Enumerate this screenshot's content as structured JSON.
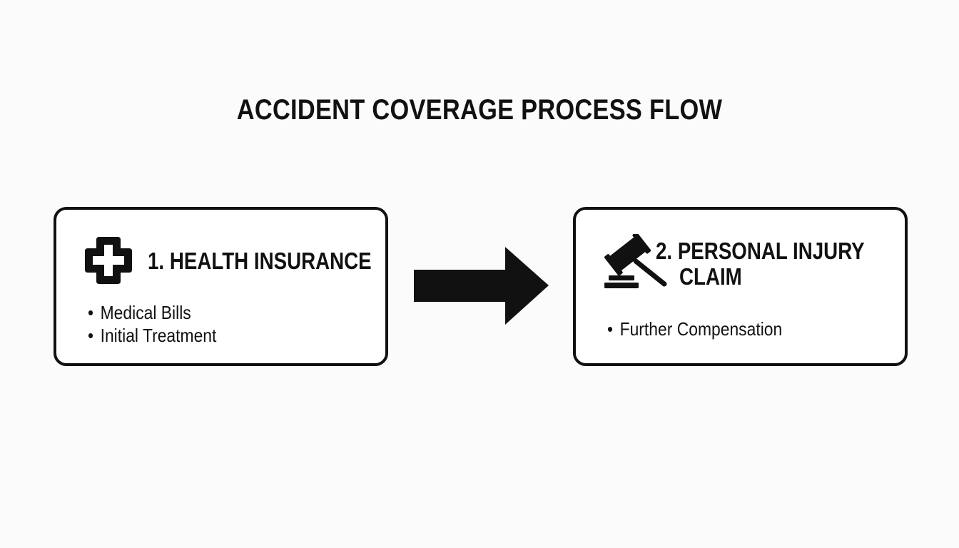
{
  "diagram": {
    "title": "ACCIDENT COVERAGE PROCESS FLOW",
    "steps": [
      {
        "heading": "1. HEALTH INSURANCE",
        "icon": "medical-cross-icon",
        "bullets": [
          "Medical Bills",
          "Initial Treatment"
        ]
      },
      {
        "heading_line1": "2. PERSONAL INJURY",
        "heading_line2": "CLAIM",
        "icon": "gavel-icon",
        "bullets": [
          "Further Compensation"
        ]
      }
    ],
    "connector_icon": "right-arrow-icon",
    "colors": {
      "ink": "#111111",
      "background": "#fbfbfb",
      "box_fill": "#ffffff"
    }
  }
}
